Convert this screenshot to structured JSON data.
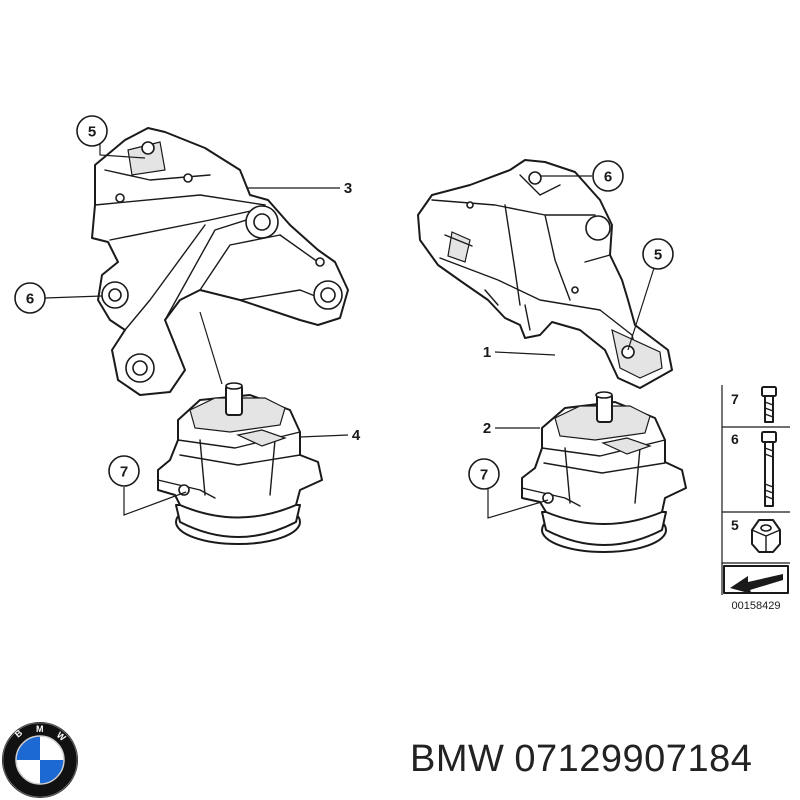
{
  "callouts": {
    "left_top": "5",
    "bracket_left": "3",
    "left_side": "6",
    "mount_left": "4",
    "left_bottom": "7",
    "right_top": "6",
    "right_side": "5",
    "bracket_right": "1",
    "mount_right": "2",
    "right_bottom": "7"
  },
  "legend": {
    "items": [
      {
        "number": "7",
        "part": "bolt-icon"
      },
      {
        "number": "6",
        "part": "stud-bolt-icon"
      },
      {
        "number": "5",
        "part": "hex-nut-icon"
      }
    ],
    "drawing_number": "00158429"
  },
  "brand": {
    "logo_letters": "BMW",
    "name": "BMW",
    "part_number": "07129907184",
    "colors": {
      "logo_blue": "#1c69d4",
      "logo_ring": "#111111",
      "text": "#222222"
    }
  }
}
